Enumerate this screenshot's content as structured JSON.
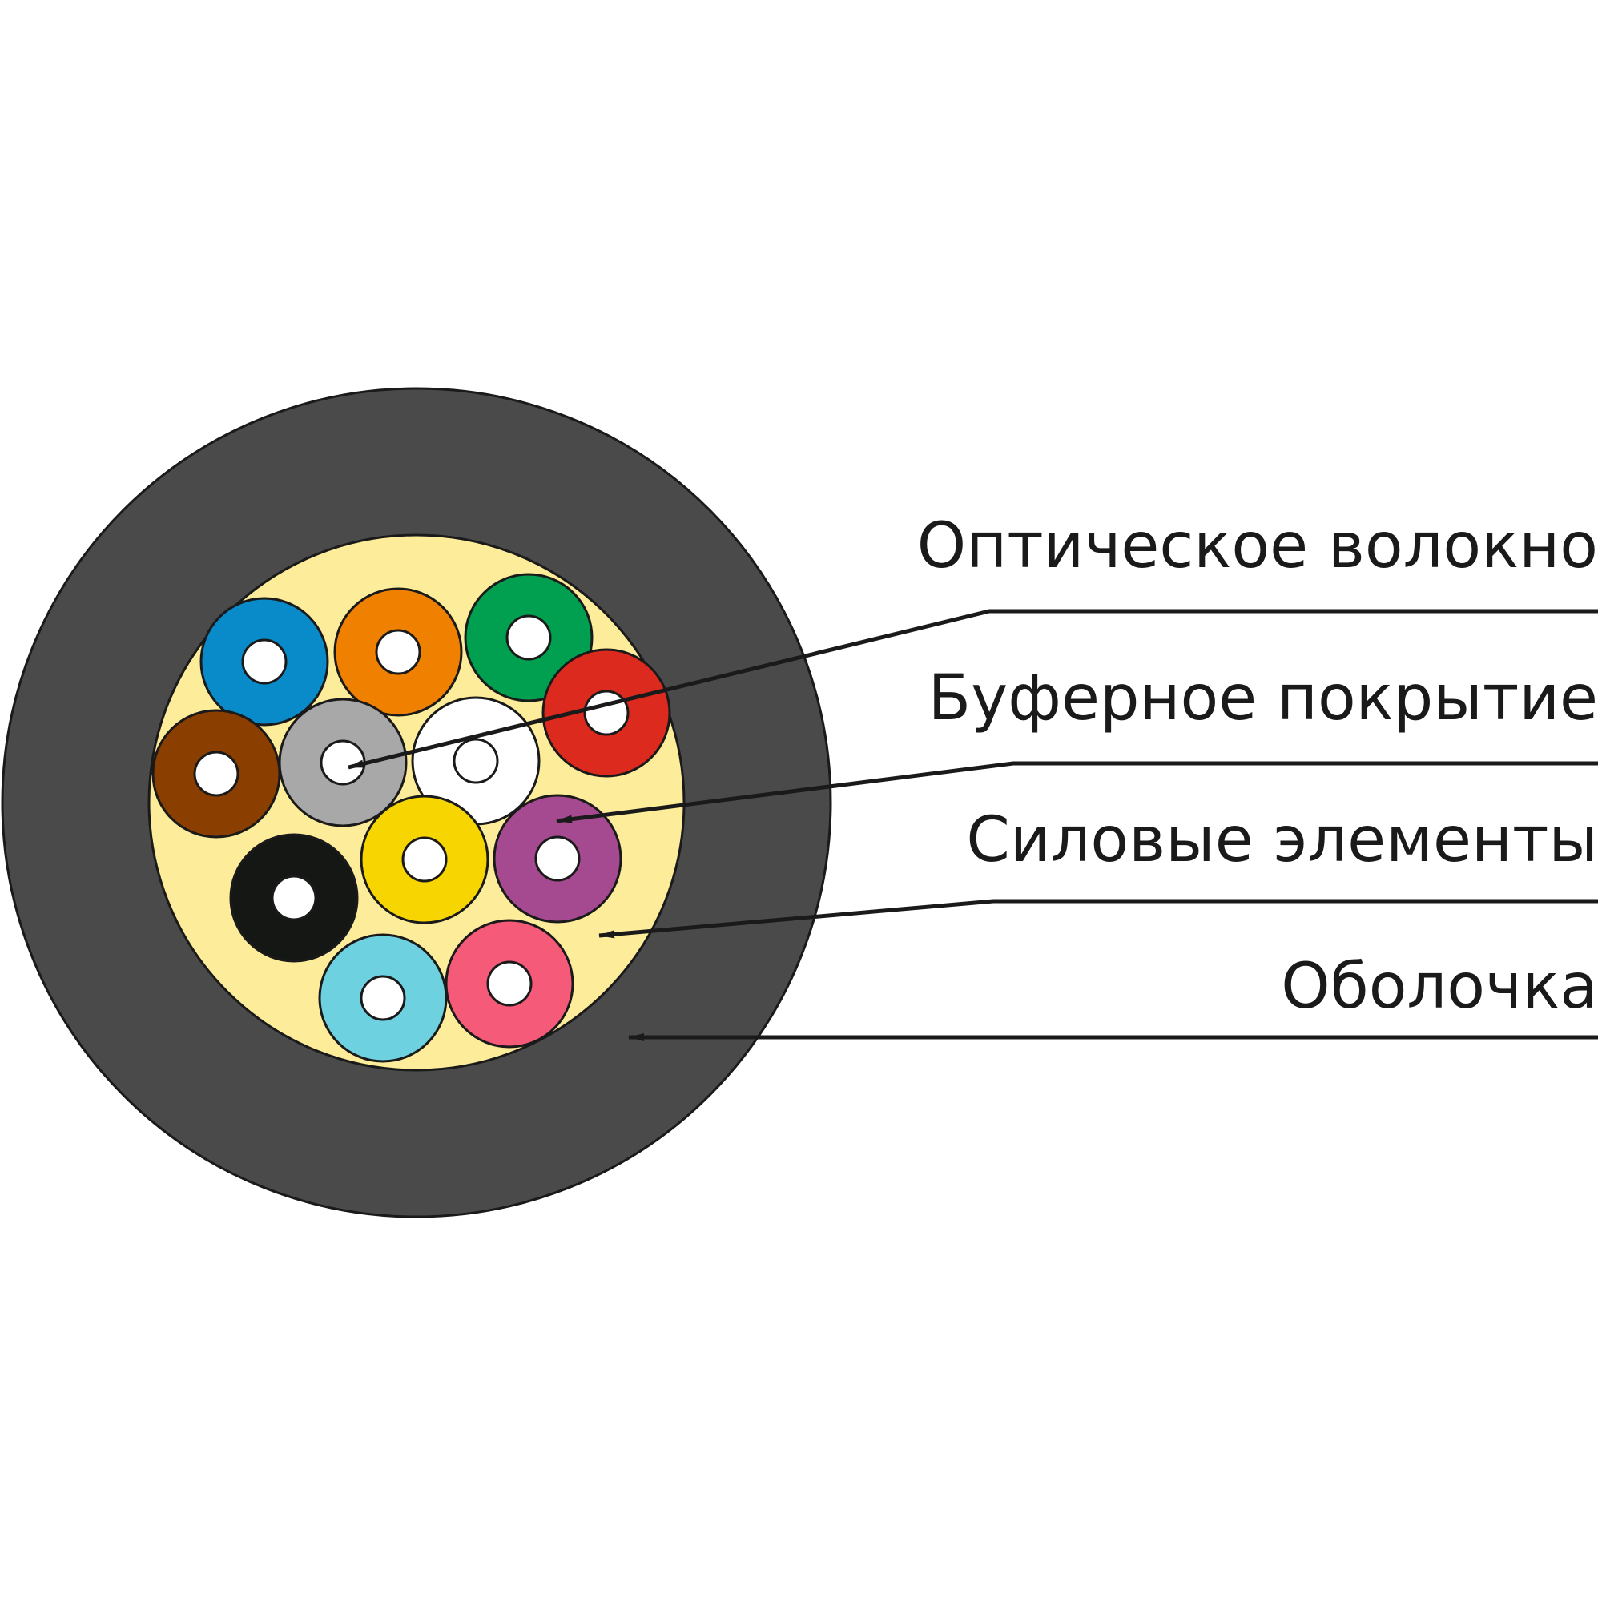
{
  "colors": {
    "jacket": "#4a4a4a",
    "strength_members": "#fdec9a",
    "outline": "#1a1a1a",
    "fiber_core": "#ffffff"
  },
  "fibers": [
    {
      "name": "blue",
      "color": "#0a8bc9"
    },
    {
      "name": "orange",
      "color": "#f08000"
    },
    {
      "name": "green",
      "color": "#00a050"
    },
    {
      "name": "red",
      "color": "#dd2a1e"
    },
    {
      "name": "brown",
      "color": "#8a3f00"
    },
    {
      "name": "gray",
      "color": "#a8a8a8"
    },
    {
      "name": "white",
      "color": "#ffffff"
    },
    {
      "name": "violet",
      "color": "#a54a90"
    },
    {
      "name": "black",
      "color": "#141714"
    },
    {
      "name": "yellow",
      "color": "#f7d500"
    },
    {
      "name": "aqua",
      "color": "#6dd1e0"
    },
    {
      "name": "rose",
      "color": "#f55a78"
    }
  ],
  "callouts": [
    {
      "id": "optical-fiber",
      "label": "Оптическое волокно"
    },
    {
      "id": "buffer-coating",
      "label": "Буферное покрытие"
    },
    {
      "id": "strength-members",
      "label": "Силовые элементы"
    },
    {
      "id": "jacket",
      "label": "Оболочка"
    }
  ]
}
